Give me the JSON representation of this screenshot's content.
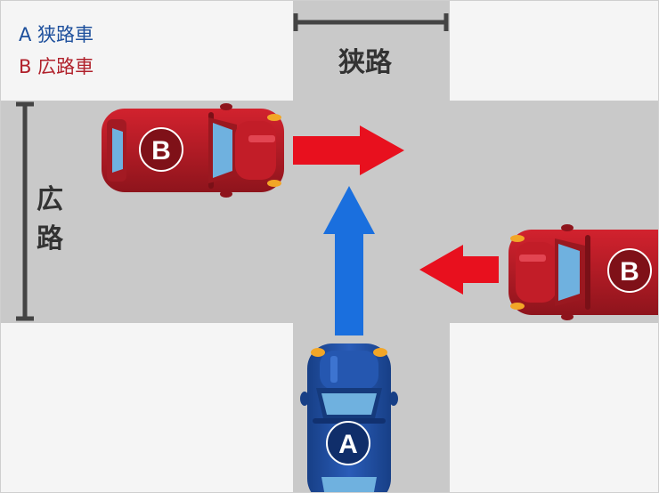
{
  "legend": {
    "a": "A 狭路車",
    "b": "B 広路車"
  },
  "labels": {
    "narrow_road": "狭路",
    "wide_road_1": "広",
    "wide_road_2": "路"
  },
  "cars": {
    "a_badge": "A",
    "b_badge": "B"
  },
  "colors": {
    "road": "#c9c9c9",
    "background": "#f5f5f5",
    "car_a": "#1d4f9c",
    "car_b": "#b0202a",
    "arrow_red": "#e8101e",
    "arrow_blue": "#1a6fde"
  }
}
